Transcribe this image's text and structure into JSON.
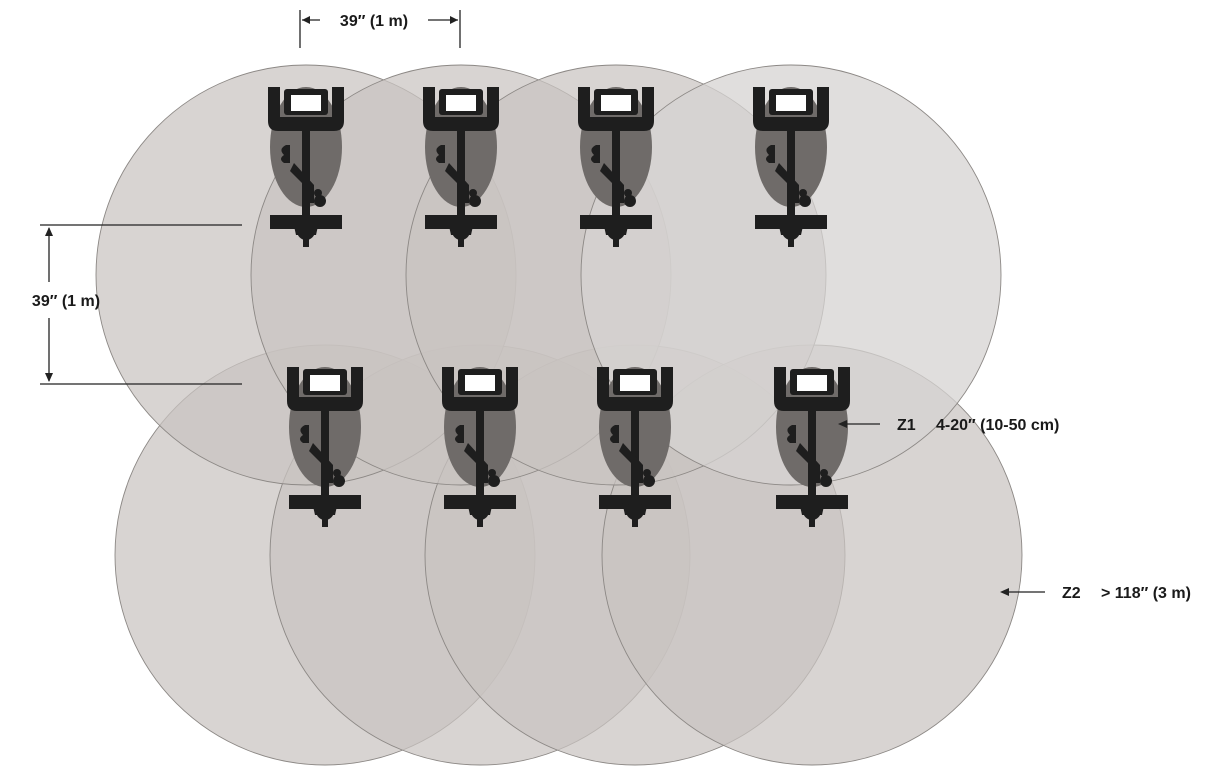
{
  "spacing": {
    "horizontal_label": "39″ (1 m)",
    "vertical_label": "39″ (1 m)"
  },
  "zones": {
    "z1": {
      "id": "Z1",
      "range": "4-20″ (10-50 cm)"
    },
    "z2": {
      "id": "Z2",
      "range": "> 118″ (3 m)"
    }
  },
  "layout": {
    "rows": 2,
    "bikes_per_row": 4
  },
  "colors": {
    "outer_zone": "#c9c4c1",
    "inner_zone": "#6f6b69",
    "bike": "#1e1e1e",
    "console": "#ffffff"
  },
  "icons": [
    "stationary-bike-icon"
  ]
}
